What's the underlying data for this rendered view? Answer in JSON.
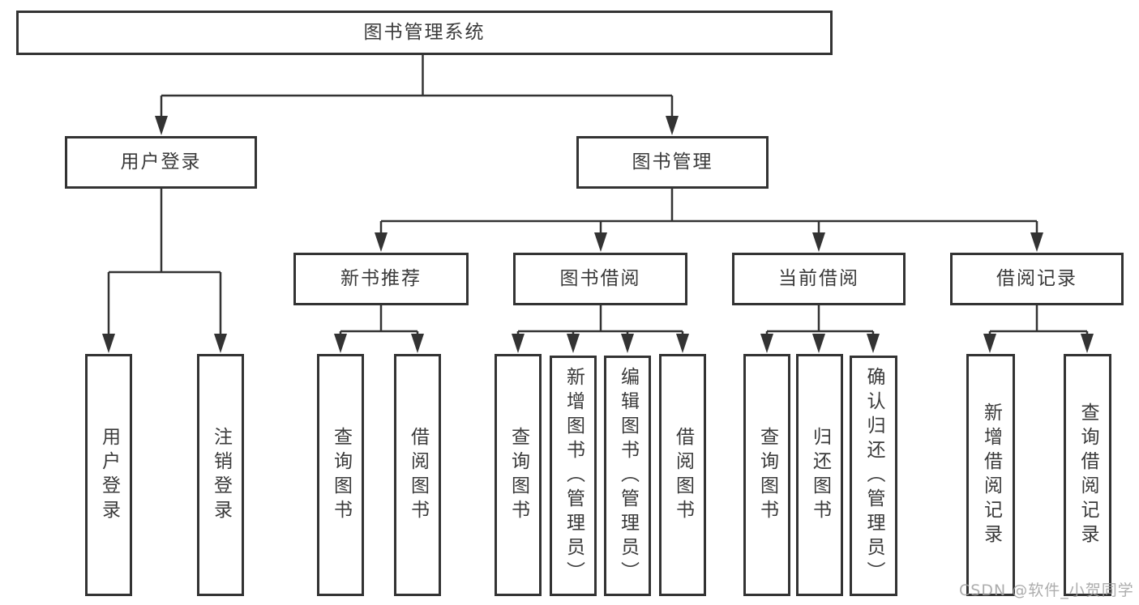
{
  "watermark": "CSDN @软件_小贺同学",
  "colors": {
    "line": "#333333",
    "text": "#3a3a3a",
    "box_background": "#ffffff",
    "watermark": "#a2a2a2"
  },
  "tree": {
    "label": "图书管理系统",
    "children": [
      {
        "label": "用户登录",
        "children": [
          {
            "label": "用户登录"
          },
          {
            "label": "注销登录"
          }
        ]
      },
      {
        "label": "图书管理",
        "children": [
          {
            "label": "新书推荐",
            "children": [
              {
                "label": "查询图书"
              },
              {
                "label": "借阅图书"
              }
            ]
          },
          {
            "label": "图书借阅",
            "children": [
              {
                "label": "查询图书"
              },
              {
                "label": "新增图书（管理员）"
              },
              {
                "label": "编辑图书（管理员）"
              },
              {
                "label": "借阅图书"
              }
            ]
          },
          {
            "label": "当前借阅",
            "children": [
              {
                "label": "查询图书"
              },
              {
                "label": "归还图书"
              },
              {
                "label": "确认归还（管理员）"
              }
            ]
          },
          {
            "label": "借阅记录",
            "children": [
              {
                "label": "新增借阅记录"
              },
              {
                "label": "查询借阅记录"
              }
            ]
          }
        ]
      }
    ]
  }
}
